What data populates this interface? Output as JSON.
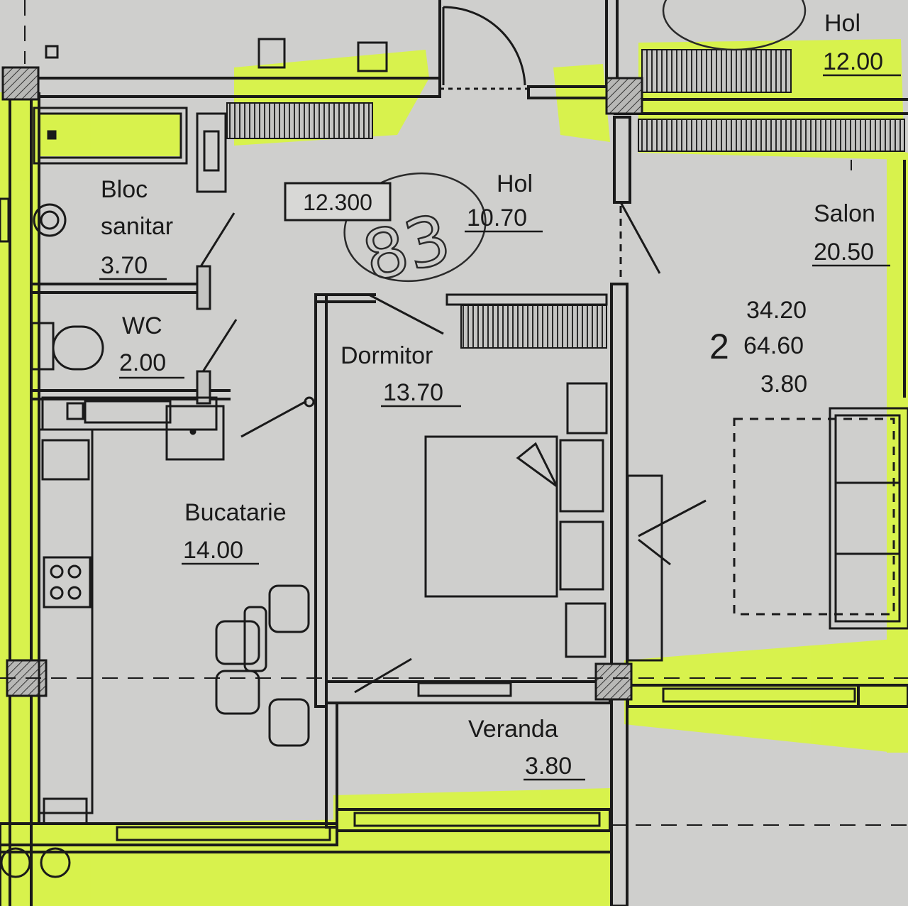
{
  "colors": {
    "paper": "#cfcfcd",
    "highlight": "#d9f542",
    "ink": "#1a1a1a",
    "wall_fill": "#9a9a98"
  },
  "rooms": {
    "hol_top": {
      "name": "Hol",
      "area": "12.00"
    },
    "bloc_sanitar": {
      "name_line1": "Bloc",
      "name_line2": "sanitar",
      "area": "3.70"
    },
    "hol": {
      "name": "Hol",
      "area": "10.70"
    },
    "salon": {
      "name": "Salon",
      "area": "20.50"
    },
    "wc": {
      "name": "WC",
      "area": "2.00"
    },
    "dormitor": {
      "name": "Dormitor",
      "area": "13.70"
    },
    "bucatarie": {
      "name": "Bucatarie",
      "area": "14.00"
    },
    "veranda": {
      "name": "Veranda",
      "area": "3.80"
    }
  },
  "elevation_mark": "12.300",
  "apartment_summary": {
    "rooms_count": "2",
    "living_area": "34.20",
    "total_area": "64.60",
    "balcony_area": "3.80"
  },
  "handwritten_number": "83"
}
